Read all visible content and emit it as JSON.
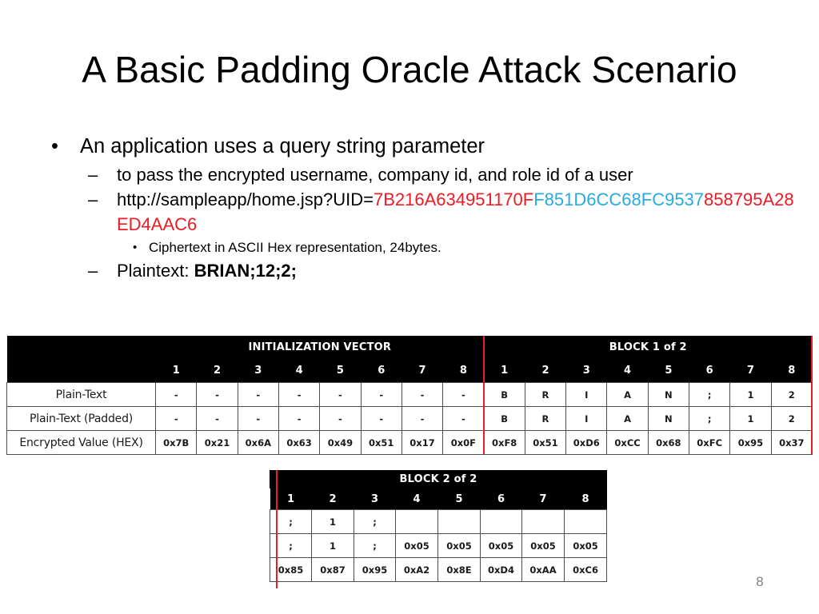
{
  "slide": {
    "title": "A Basic Padding Oracle Attack Scenario",
    "page_number": "8"
  },
  "bullets": {
    "l1_marker": "•",
    "l2_marker": "–",
    "l3_marker": "•",
    "level1_text": "An application uses a query string parameter",
    "sub1_text": "to pass the encrypted username, company id, and role id of a user",
    "url_prefix": "http://sampleapp/home.jsp?UID=",
    "url_hex_red_1": "7B216A634951170F",
    "url_hex_cyan_1": "F851D6CC",
    "url_hex_cyan_2": "68FC9537",
    "url_hex_red_2": "858795A28ED4AAC6",
    "sub_sub_text": "Ciphertext in ASCII Hex representation, 24bytes.",
    "plaintext_label": "Plaintext: ",
    "plaintext_value": "BRIAN;12;2;"
  },
  "colors": {
    "hex_red": "#EE1B24",
    "hex_cyan": "#27AAE1",
    "divider_red": "#ED1C24",
    "header_band": "#000000",
    "page_number": "#808080"
  },
  "table_top": {
    "group_headers": [
      "INITIALIZATION VECTOR",
      "BLOCK 1 of 2"
    ],
    "column_numbers": [
      "1",
      "2",
      "3",
      "4",
      "5",
      "6",
      "7",
      "8"
    ],
    "row_labels": [
      "Plain-Text",
      "Plain-Text (Padded)",
      "Encrypted Value (HEX)"
    ],
    "iv": {
      "plain_text": [
        "-",
        "-",
        "-",
        "-",
        "-",
        "-",
        "-",
        "-"
      ],
      "plain_text_padded": [
        "-",
        "-",
        "-",
        "-",
        "-",
        "-",
        "-",
        "-"
      ],
      "encrypted_hex": [
        "0x7B",
        "0x21",
        "0x6A",
        "0x63",
        "0x49",
        "0x51",
        "0x17",
        "0x0F"
      ]
    },
    "block1": {
      "plain_text": [
        "B",
        "R",
        "I",
        "A",
        "N",
        ";",
        "1",
        "2"
      ],
      "plain_text_padded": [
        "B",
        "R",
        "I",
        "A",
        "N",
        ";",
        "1",
        "2"
      ],
      "encrypted_hex": [
        "0xF8",
        "0x51",
        "0xD6",
        "0xCC",
        "0x68",
        "0xFC",
        "0x95",
        "0x37"
      ]
    }
  },
  "table_bottom": {
    "group_header": "BLOCK 2 of 2",
    "column_numbers": [
      "1",
      "2",
      "3",
      "4",
      "5",
      "6",
      "7",
      "8"
    ],
    "block2": {
      "plain_text": [
        ";",
        "1",
        ";",
        "",
        "",
        "",
        "",
        ""
      ],
      "plain_text_padded": [
        ";",
        "1",
        ";",
        "0x05",
        "0x05",
        "0x05",
        "0x05",
        "0x05"
      ],
      "encrypted_hex": [
        "0x85",
        "0x87",
        "0x95",
        "0xA2",
        "0x8E",
        "0xD4",
        "0xAA",
        "0xC6"
      ]
    }
  }
}
